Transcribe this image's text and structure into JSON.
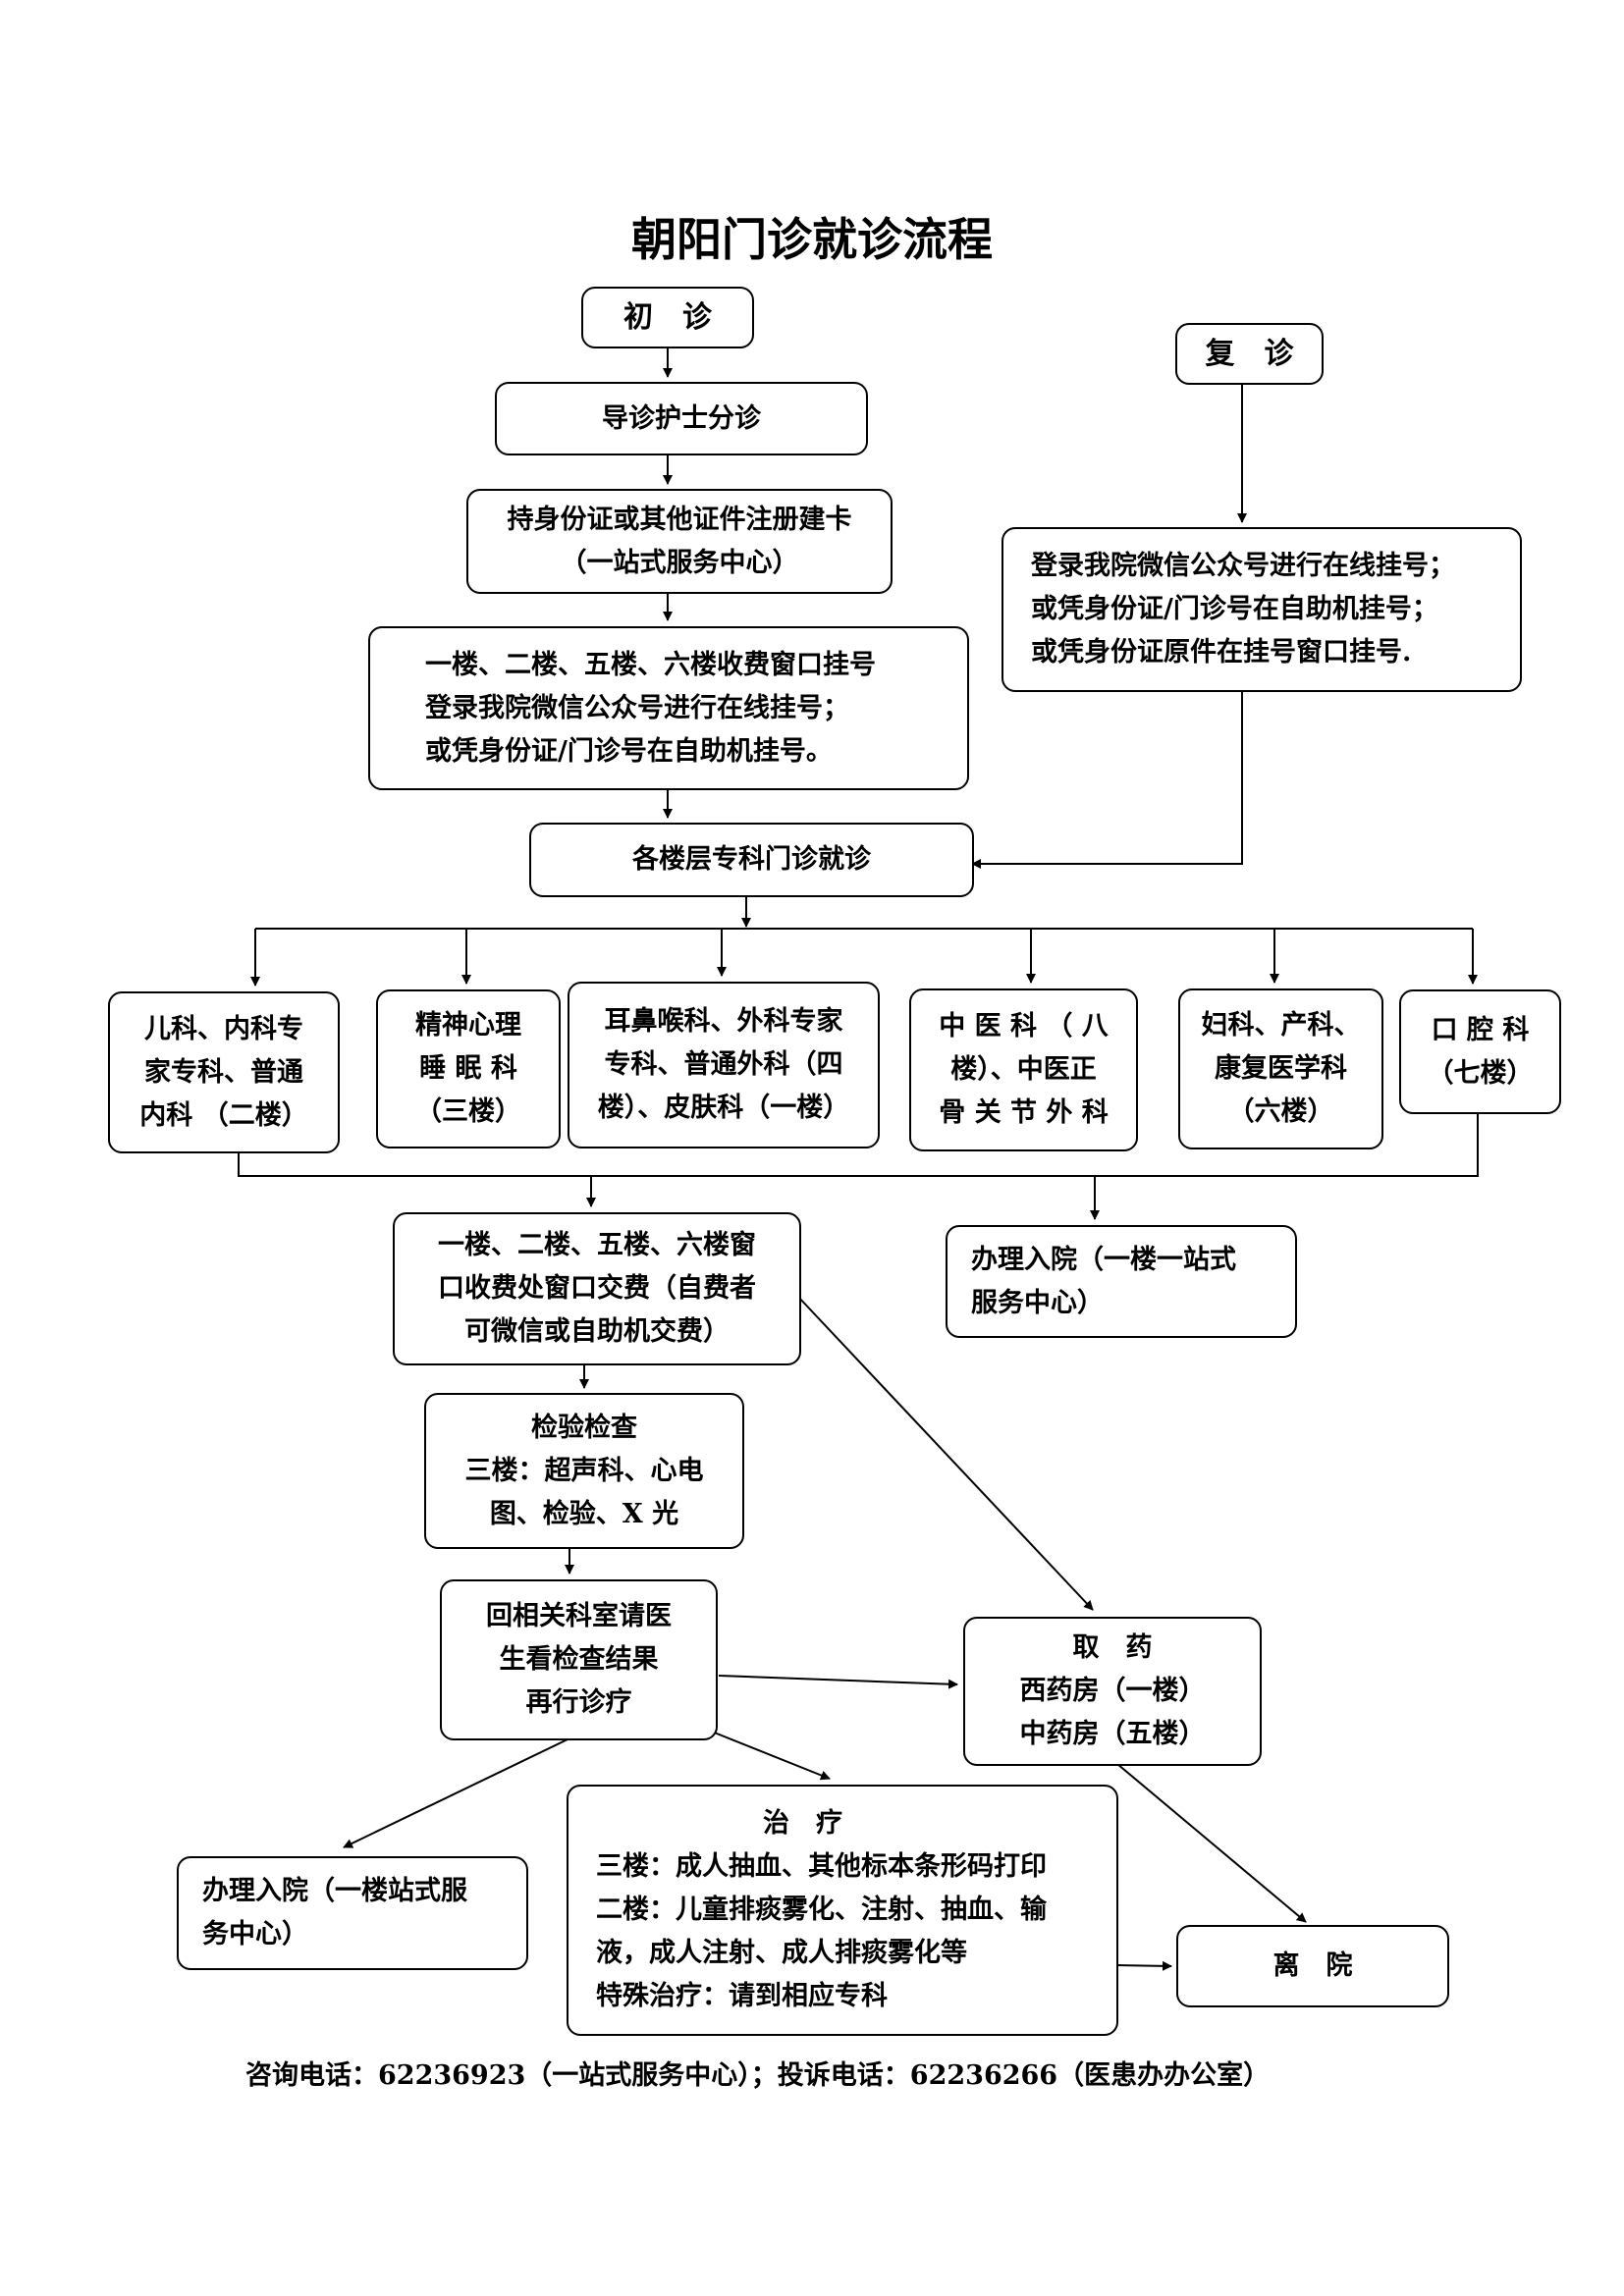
{
  "title": "朝阳门诊就诊流程",
  "nodes": {
    "first_visit": "初　诊",
    "return_visit": "复　诊",
    "triage": "导诊护士分诊",
    "register_card": [
      "持身份证或其他证件注册建卡",
      "（一站式服务中心）"
    ],
    "first_registration": [
      "一楼、二楼、五楼、六楼收费窗口挂号",
      "登录我院微信公众号进行在线挂号；",
      "或凭身份证/门诊号在自助机挂号。"
    ],
    "return_registration": [
      "登录我院微信公众号进行在线挂号；",
      "或凭身份证/门诊号在自助机挂号；",
      "或凭身份证原件在挂号窗口挂号."
    ],
    "specialist_visit": "各楼层专科门诊就诊",
    "departments": [
      [
        "儿科、内科专",
        "家专科、普通",
        "内科 （二楼）"
      ],
      [
        "精神心理",
        "睡 眠 科",
        "（三楼）"
      ],
      [
        "耳鼻喉科、外科专家",
        "专科、普通外科（四",
        "楼）、皮肤科（一楼）"
      ],
      [
        "中 医 科 （ 八",
        "楼）、中医正",
        "骨 关 节 外 科"
      ],
      [
        "妇科、产科、",
        "康复医学科",
        "（六楼）"
      ],
      [
        "口 腔 科",
        "（七楼）"
      ]
    ],
    "payment": [
      "一楼、二楼、五楼、六楼窗",
      "口收费处窗口交费（自费者",
      "可微信或自助机交费）"
    ],
    "admission_top": [
      "办理入院（一楼一站式",
      "服务中心）"
    ],
    "examination": [
      "检验检查",
      "三楼：超声科、心电",
      "图、检验、X 光"
    ],
    "revisit_doctor": [
      "回相关科室请医",
      "生看检查结果",
      "再行诊疗"
    ],
    "pharmacy": [
      "取　药",
      "西药房（一楼）",
      "中药房（五楼）"
    ],
    "admission_bottom": [
      "办理入院（一楼站式服",
      "务中心）"
    ],
    "treatment": [
      "治　疗",
      "三楼：成人抽血、其他标本条形码打印",
      "二楼：儿童排痰雾化、注射、抽血、输",
      "液，成人注射、成人排痰雾化等",
      "特殊治疗：请到相应专科"
    ],
    "leave": "离　院"
  },
  "footer": "咨询电话：62236923（一站式服务中心）；投诉电话：62236266（医患办办公室）"
}
